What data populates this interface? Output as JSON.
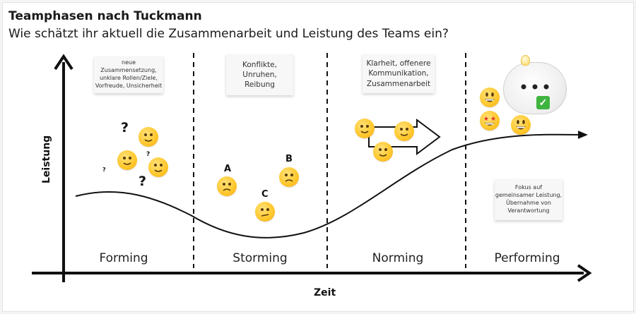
{
  "title": "Teamphasen nach Tuckmann",
  "subtitle": "Wie schätzt ihr aktuell die Zusammenarbeit und Leistung des Teams ein?",
  "axes": {
    "y_label": "Leistung",
    "x_label": "Zeit"
  },
  "phases": [
    {
      "label": "Forming"
    },
    {
      "label": "Storming"
    },
    {
      "label": "Norming"
    },
    {
      "label": "Performing"
    }
  ],
  "notes": {
    "forming": "neue Zusammensetzung,\nunklare Rollen/Ziele,\nVorfreude, Unsicherheit",
    "storming": "Konflikte,\nUnruhen,\nReibung",
    "norming": "Klarheit, offenere\nKommunikation,\nZusammenarbeit",
    "performing": "Fokus auf\ngemeinsamer Leistung,\nÜbernahme von\nVerantwortung"
  },
  "storming_letters": {
    "a": "A",
    "b": "B",
    "c": "C"
  },
  "question_marks": [
    "?",
    "?",
    "?",
    "?"
  ],
  "colors": {
    "accent": "#ffc629",
    "line": "#111111",
    "check": "#3fb43f"
  },
  "icons": [
    "slightly-smiling-emoji",
    "confused-emoji",
    "grinning-emoji",
    "star-struck-emoji",
    "speech-bubble-icon",
    "light-bulb-icon",
    "check-mark-icon",
    "arrow-icon"
  ]
}
